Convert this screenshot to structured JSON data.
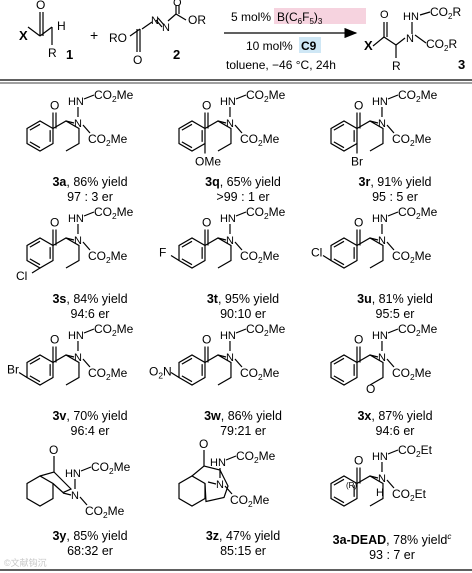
{
  "header": {
    "reactant1": {
      "X": "X",
      "H": "H",
      "R": "R",
      "label": "1"
    },
    "plus": "+",
    "reactant2": {
      "RO": "RO",
      "OR": "OR",
      "label": "2"
    },
    "conditions": {
      "catalyst_amount": "5 mol%",
      "catalyst_name": "B(C6F5)3",
      "cocat_amount": "10 mol%",
      "cocat_name": "C9",
      "solvent_temp_time": "toluene, −46 °C, 24h"
    },
    "product": {
      "X": "X",
      "R": "R",
      "CO2R_top": "CO2R",
      "CO2R_bottom": "CO2R",
      "NH": "HN",
      "N": "N",
      "label": "3"
    }
  },
  "products": [
    {
      "id": "3a",
      "yield_text": ", 86% yield",
      "er": "97 : 3 er",
      "sub": "",
      "sub_text": "",
      "co_top": "CO2Me",
      "co_bot": "CO2Me",
      "nh": "HN",
      "n": "N"
    },
    {
      "id": "3q",
      "yield_text": ", 65% yield",
      "er": ">99 : 1 er",
      "sub": "OMe",
      "sub_text": "OMe",
      "co_top": "CO2Me",
      "co_bot": "CO2Me",
      "nh": "HN",
      "n": "N"
    },
    {
      "id": "3r",
      "yield_text": ", 91% yield",
      "er": "95 : 5 er",
      "sub": "Br",
      "sub_text": "Br",
      "co_top": "CO2Me",
      "co_bot": "CO2Me",
      "nh": "HN",
      "n": "N"
    },
    {
      "id": "3s",
      "yield_text": ", 84% yield",
      "er": "94:6 er",
      "sub": "Cl",
      "sub_text": "Cl",
      "co_top": "CO2Me",
      "co_bot": "CO2Me",
      "nh": "HN",
      "n": "N"
    },
    {
      "id": "3t",
      "yield_text": ", 95% yield",
      "er": "90:10 er",
      "sub": "F",
      "sub_text": "F",
      "co_top": "CO2Me",
      "co_bot": "CO2Me",
      "nh": "HN",
      "n": "N"
    },
    {
      "id": "3u",
      "yield_text": ", 81% yield",
      "er": "95:5 er",
      "sub": "Cl",
      "sub_text": "Cl",
      "co_top": "CO2Me",
      "co_bot": "CO2Me",
      "nh": "HN",
      "n": "N"
    },
    {
      "id": "3v",
      "yield_text": ", 70% yield",
      "er": "96:4 er",
      "sub": "Br",
      "sub_text": "Br",
      "co_top": "CO2Me",
      "co_bot": "CO2Me",
      "nh": "HN",
      "n": "N"
    },
    {
      "id": "3w",
      "yield_text": ", 86% yield",
      "er": "79:21 er",
      "sub": "O2N",
      "sub_text": "O2N",
      "co_top": "CO2Me",
      "co_bot": "CO2Me",
      "nh": "HN",
      "n": "N"
    },
    {
      "id": "3x",
      "yield_text": ", 87% yield",
      "er": "94:6 er",
      "sub": "O",
      "sub_text": "",
      "co_top": "CO2Me",
      "co_bot": "CO2Me",
      "nh": "HN",
      "n": "N"
    },
    {
      "id": "3y",
      "yield_text": ", 85% yield",
      "er": "68:32 er",
      "sub": "",
      "sub_text": "",
      "co_top": "CO2Me",
      "co_bot": "CO2Me",
      "nh": "HN",
      "n": "N"
    },
    {
      "id": "3z",
      "yield_text": ", 47% yield",
      "er": "85:15 er",
      "sub": "",
      "sub_text": "",
      "co_top": "CO2Me",
      "co_bot": "CO2Me",
      "nh": "HN",
      "n": "N"
    },
    {
      "id": "3a-DEAD",
      "yield_text": ", 78% yield",
      "yield_sup": "c",
      "er": "93 : 7 er",
      "sub": "",
      "sub_text": "",
      "co_top": "CO2Et",
      "co_bot": "CO2Et",
      "nh": "HN",
      "n": "N",
      "stereo": "(R)",
      "h": "H"
    }
  ],
  "watermark": "©文献钩沉"
}
